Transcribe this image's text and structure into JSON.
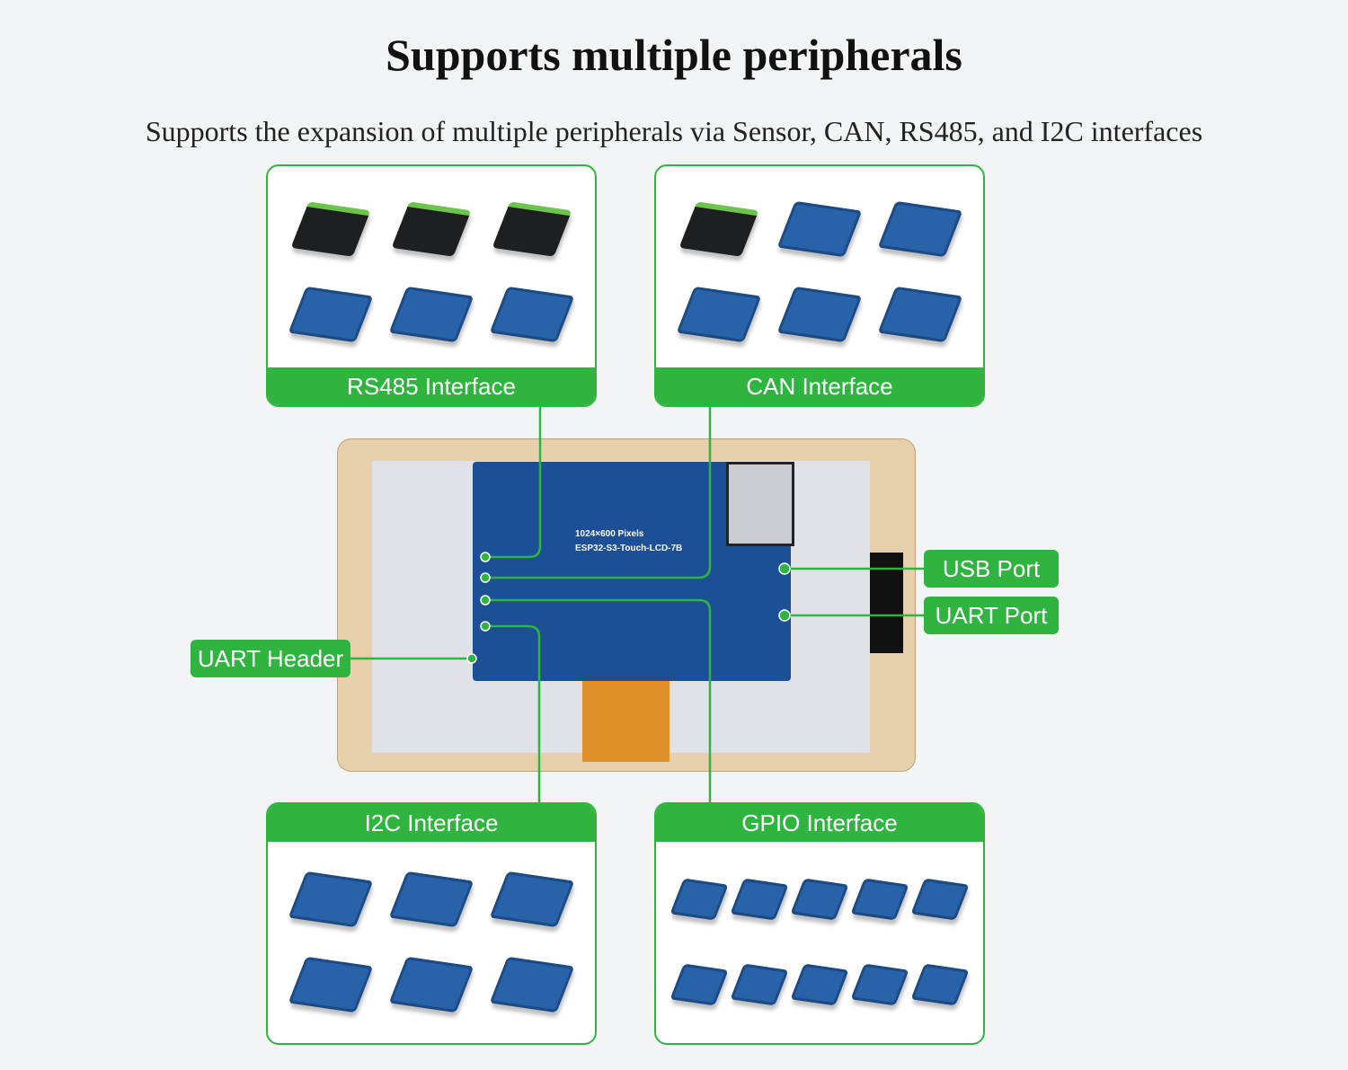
{
  "title": "Supports multiple peripherals",
  "subtitle": "Supports the expansion of multiple peripherals via Sensor, CAN, RS485, and I2C interfaces",
  "accent_color": "#2fb53f",
  "cards": {
    "rs485": {
      "label": "RS485 Interface",
      "items": [
        "dark",
        "dark",
        "dark",
        "blue",
        "blue",
        "blue"
      ]
    },
    "can": {
      "label": "CAN Interface",
      "items": [
        "dark",
        "blue",
        "blue",
        "blue",
        "blue",
        "blue"
      ]
    },
    "i2c": {
      "label": "I2C Interface",
      "items": [
        "blue",
        "blue",
        "blue",
        "blue",
        "blue",
        "blue"
      ]
    },
    "gpio": {
      "label": "GPIO Interface",
      "items": [
        "blue",
        "blue",
        "blue",
        "blue",
        "blue",
        "blue",
        "blue",
        "blue",
        "blue",
        "blue"
      ]
    }
  },
  "tags": {
    "usb": "USB Port",
    "uart_port": "UART Port",
    "uart_header": "UART Header"
  },
  "board": {
    "resolution": "1024×600 Pixels",
    "model": "ESP32-S3-Touch-LCD-7B"
  }
}
